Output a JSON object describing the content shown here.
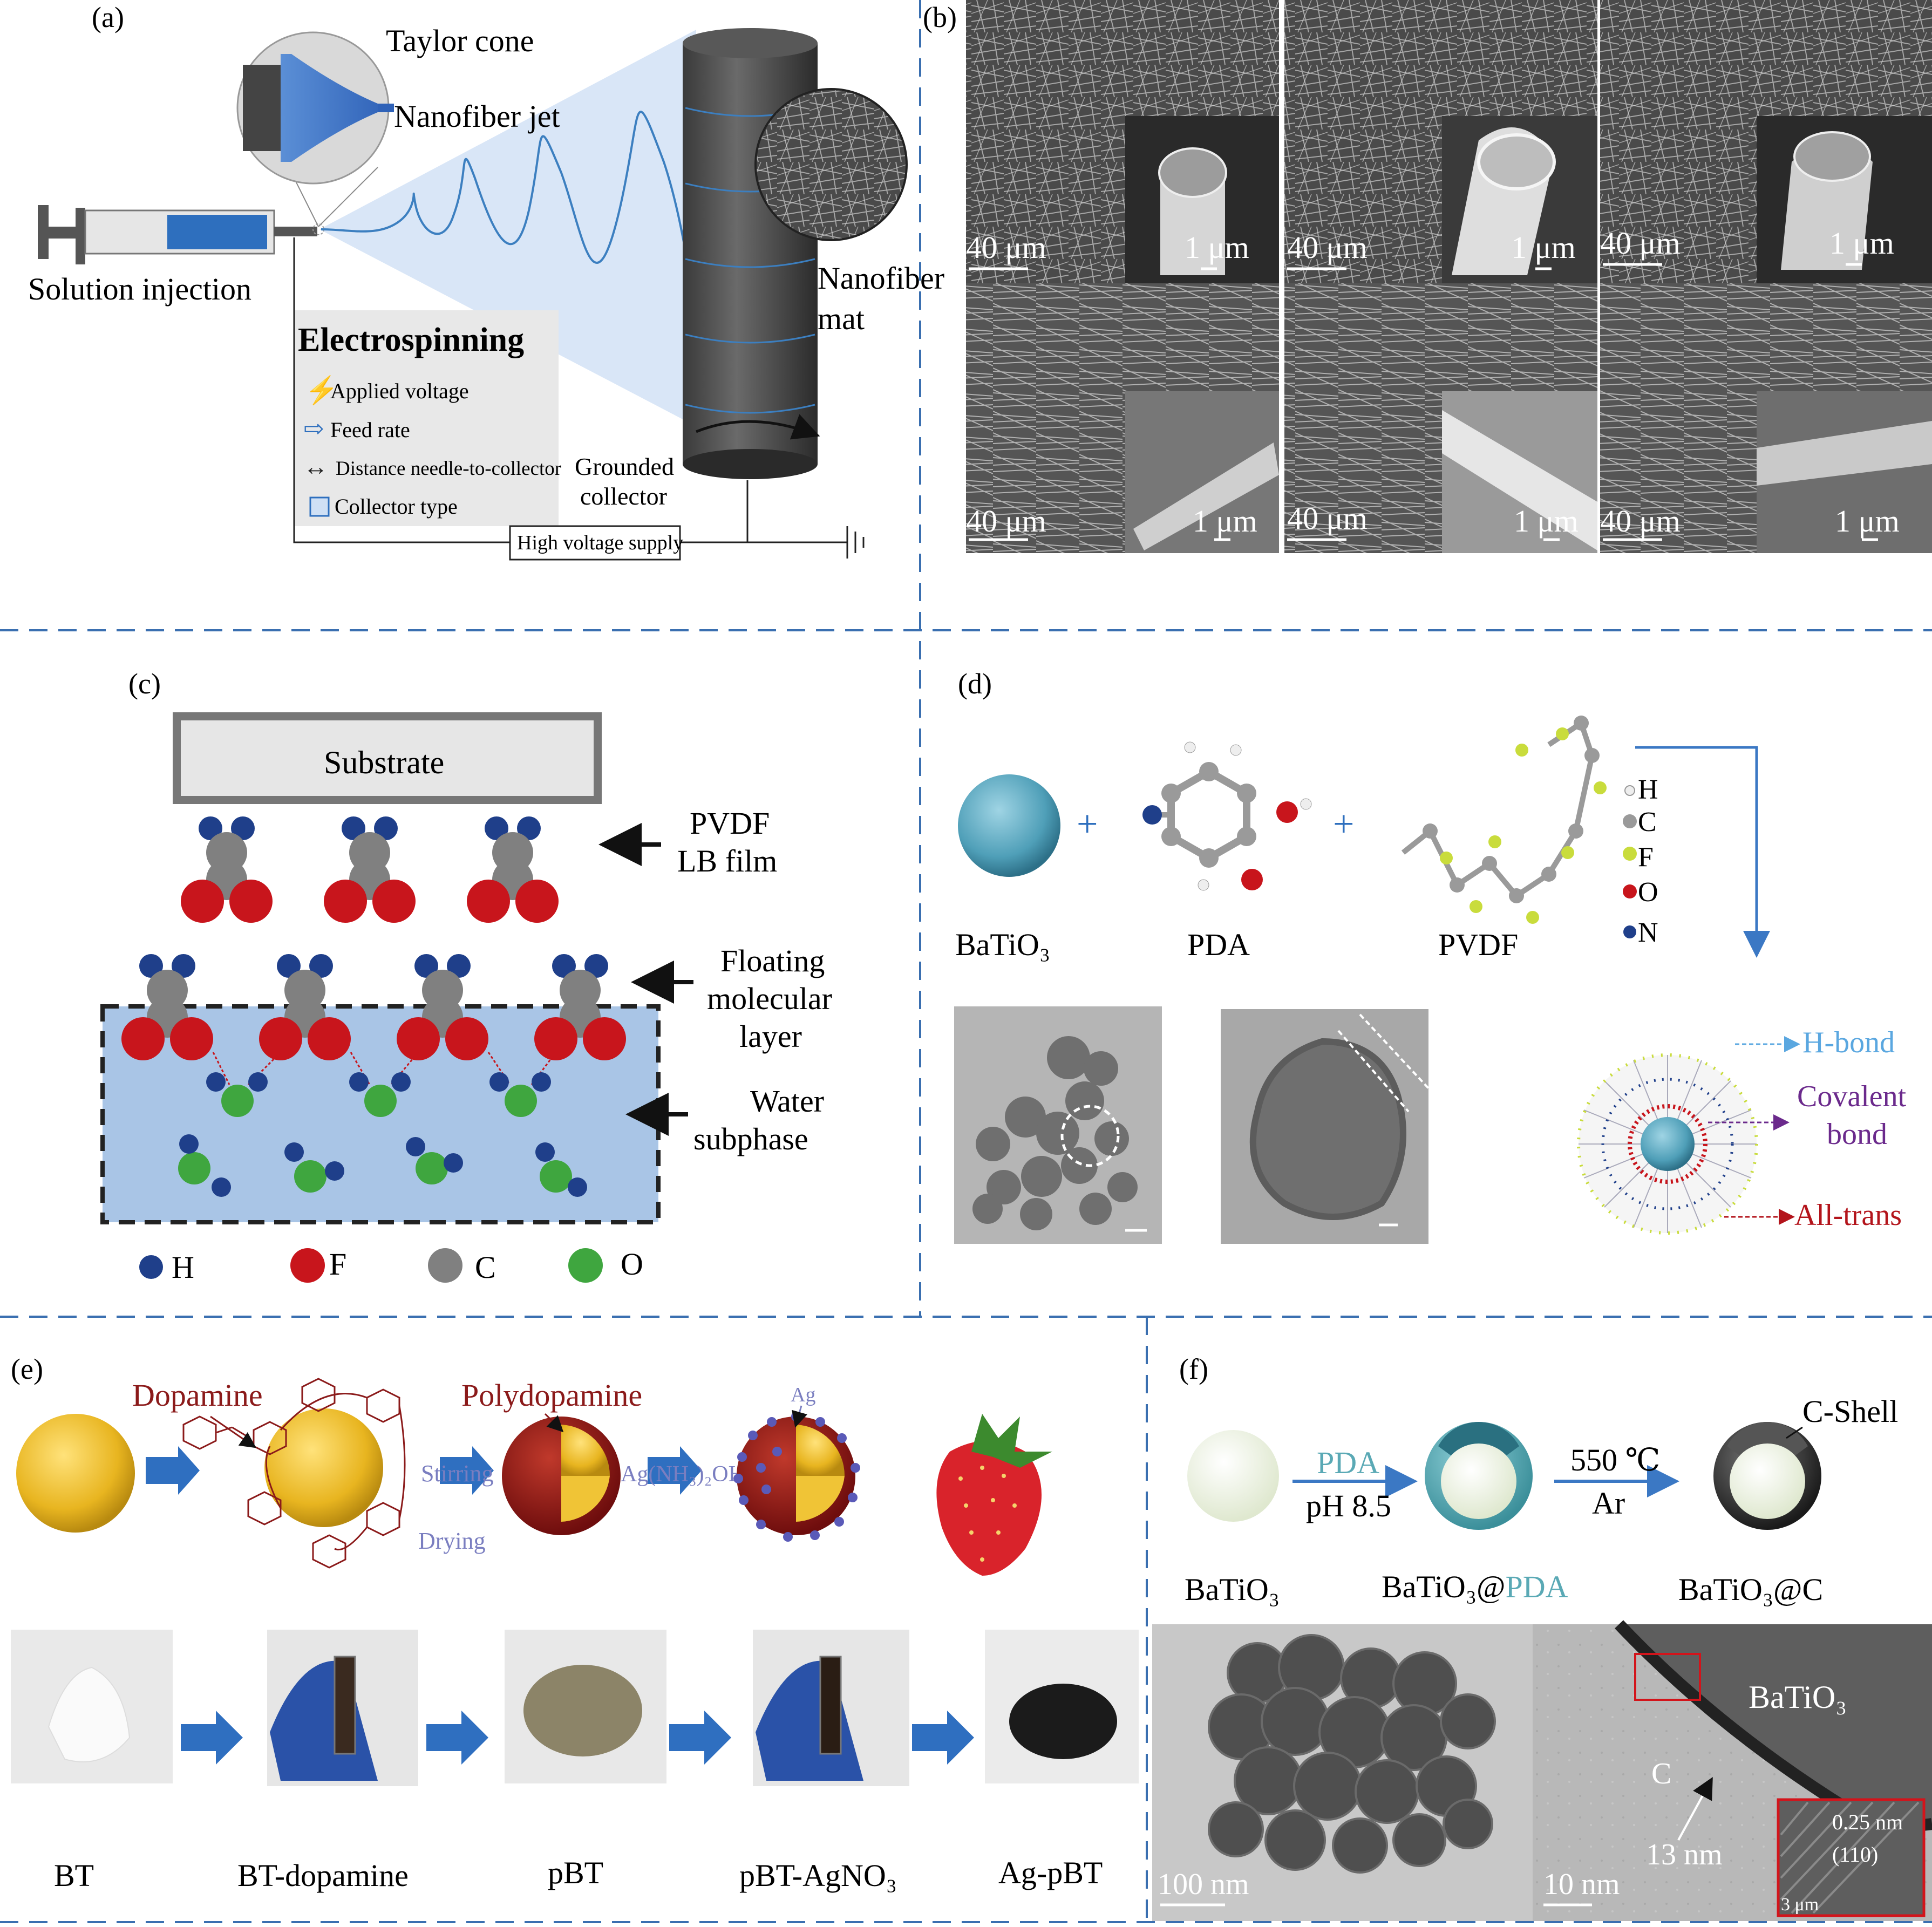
{
  "panels": {
    "a": {
      "tag": "(a)",
      "taylor_cone": "Taylor cone",
      "nanofiber_jet": "Nanofiber jet",
      "solution_injection": "Solution injection",
      "nanofiber_mat_1": "Nanofiber",
      "nanofiber_mat_2": "mat",
      "electrospinning_title": "Electrospinning",
      "params": [
        "Applied voltage",
        "Feed rate",
        "Distance needle-to-collector",
        "Collector type"
      ],
      "grounded_1": "Grounded",
      "grounded_2": "collector",
      "hv_supply": "High voltage supply"
    },
    "b": {
      "tag": "(b)",
      "scale_large": "40 μm",
      "scale_small": "1 μm"
    },
    "c": {
      "tag": "(c)",
      "substrate": "Substrate",
      "pvdf_1": "PVDF",
      "pvdf_2": "LB film",
      "floating_1": "Floating",
      "floating_2": "molecular",
      "floating_3": "layer",
      "water_1": "Water",
      "water_2": "subphase",
      "legend": [
        "H",
        "F",
        "C",
        "O"
      ]
    },
    "d": {
      "tag": "(d)",
      "plus": "+",
      "batio3": "BaTiO₃",
      "pda": "PDA",
      "pvdf": "PVDF",
      "legend": [
        "H",
        "C",
        "F",
        "O",
        "N"
      ],
      "hbond": "H-bond",
      "covalent_1": "Covalent",
      "covalent_2": "bond",
      "alltrans": "All-trans"
    },
    "e": {
      "tag": "(e)",
      "dopamine": "Dopamine",
      "polydopamine": "Polydopamine",
      "stirring": "Stirring",
      "drying": "Drying",
      "ag_reagent": "Ag(NH₃)₂OH",
      "ag": "Ag",
      "photo_labels": [
        "BT",
        "BT-dopamine",
        "pBT",
        "pBT-AgNO₃",
        "Ag-pBT"
      ]
    },
    "f": {
      "tag": "(f)",
      "pda": "PDA",
      "ph": "pH 8.5",
      "temp": "550 ℃",
      "ar": "Ar",
      "cshell": "C-Shell",
      "label_1": "BaTiO₃",
      "label_2a": "BaTiO₃@",
      "label_2b": "PDA",
      "label_3": "BaTiO₃@C",
      "scale_100": "100 nm",
      "scale_10": "10 nm",
      "batio3_tem": "BaTiO₃",
      "c_tem": "C",
      "thickness": "13 nm",
      "lattice": "0.25 nm",
      "plane": "(110)",
      "inset_scale": "3 μm"
    }
  },
  "colors": {
    "divider": "#3a6fb0",
    "arrow_blue": "#3b78c4",
    "fiber_blue": "#3c7fc0",
    "water": "#a9c5e6",
    "h_blue": "#1f3f8a",
    "f_red": "#c8151c",
    "c_gray": "#808080",
    "o_green": "#3fa63f",
    "batio3_teal": "#4f9fb8",
    "dark_red": "#8b1a1a",
    "gold": "#e8b520",
    "pda_teal": "#5aa9b5"
  }
}
